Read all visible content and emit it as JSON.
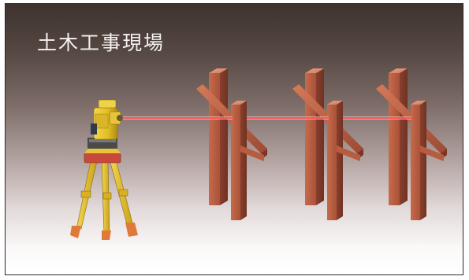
{
  "scene": {
    "title": "土木工事現場"
  },
  "illustration": {
    "instrument": "total-station-on-tripod",
    "beam": "laser-line",
    "posts": "batter-board-frames",
    "post_count": 3
  },
  "colors": {
    "background_top": "#3e332f",
    "background_bottom": "#ffffff",
    "wood": "#b0573c",
    "laser": "#ff4a4a",
    "instrument": "#e3c12a"
  }
}
